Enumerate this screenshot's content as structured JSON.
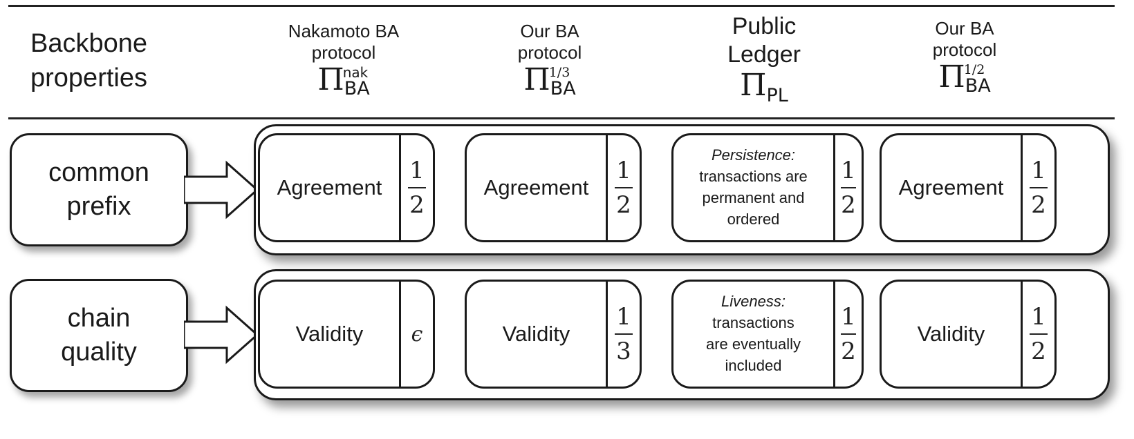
{
  "header": {
    "backbone_line1": "Backbone",
    "backbone_line2": "properties",
    "columns": [
      {
        "line1": "Nakamoto BA",
        "line2": "protocol",
        "symbol": "Π",
        "subscript": "BA",
        "superscript": "nak"
      },
      {
        "line1": "Our BA",
        "line2": "protocol",
        "symbol": "Π",
        "subscript": "BA",
        "sup_num": "1",
        "sup_den": "3"
      },
      {
        "line1": "Public",
        "line2": "Ledger",
        "symbol": "Π",
        "subscript": "PL"
      },
      {
        "line1": "Our BA",
        "line2": "protocol",
        "symbol": "Π",
        "subscript": "BA",
        "sup_num": "1",
        "sup_den": "2"
      }
    ]
  },
  "rows": [
    {
      "property_line1": "common",
      "property_line2": "prefix",
      "cells": [
        {
          "label": "Agreement",
          "num": "1",
          "den": "2"
        },
        {
          "label": "Agreement",
          "num": "1",
          "den": "2"
        },
        {
          "title": "Persistence:",
          "line1": "transactions are",
          "line2": "permanent and",
          "line3": "ordered",
          "num": "1",
          "den": "2"
        },
        {
          "label": "Agreement",
          "num": "1",
          "den": "2"
        }
      ]
    },
    {
      "property_line1": "chain",
      "property_line2": "quality",
      "cells": [
        {
          "label": "Validity",
          "value": "ϵ"
        },
        {
          "label": "Validity",
          "num": "1",
          "den": "3"
        },
        {
          "title": "Liveness:",
          "line1": "transactions",
          "line2": "are eventually",
          "line3": "included",
          "num": "1",
          "den": "2"
        },
        {
          "label": "Validity",
          "num": "1",
          "den": "2"
        }
      ]
    }
  ]
}
